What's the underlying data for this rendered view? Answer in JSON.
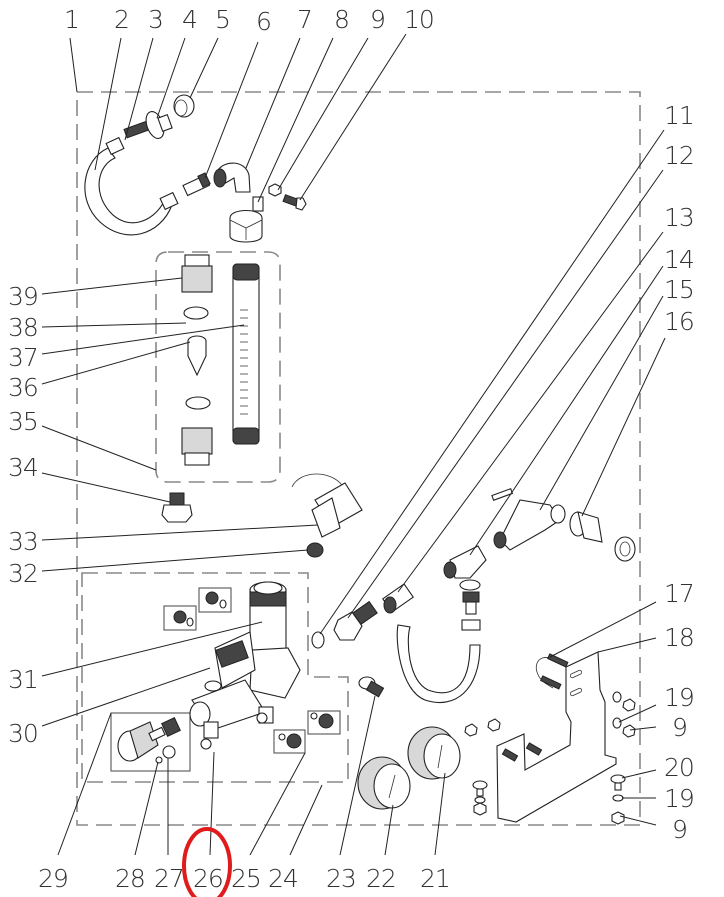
{
  "diagram": {
    "title": "Exploded parts diagram - water dosing / flow meter assembly",
    "type": "exploded-view",
    "highlight": {
      "label": "26",
      "color": "#e01b1b",
      "shape": "ellipse"
    },
    "boundary_color": "#888888",
    "callouts": [
      {
        "id": "1",
        "text": "1",
        "part": "assembly-frame"
      },
      {
        "id": "2",
        "text": "2",
        "part": "hose"
      },
      {
        "id": "3",
        "text": "3",
        "part": "hose-clamp"
      },
      {
        "id": "4",
        "text": "4",
        "part": "hose-coupling"
      },
      {
        "id": "5",
        "text": "5",
        "part": "seal-ring"
      },
      {
        "id": "6",
        "text": "6",
        "part": "hose-nipple"
      },
      {
        "id": "7",
        "text": "7",
        "part": "elbow-fitting"
      },
      {
        "id": "8",
        "text": "8",
        "part": "pipe-bracket-clamp"
      },
      {
        "id": "9",
        "text": "9",
        "part": "nut"
      },
      {
        "id": "10",
        "text": "10",
        "part": "bolt"
      },
      {
        "id": "11",
        "text": "11",
        "part": "gasket"
      },
      {
        "id": "12",
        "text": "12",
        "part": "union-nut-fitting"
      },
      {
        "id": "13",
        "text": "13",
        "part": "check-valve"
      },
      {
        "id": "14",
        "text": "14",
        "part": "tee-fitting"
      },
      {
        "id": "15",
        "text": "15",
        "part": "manifold-with-tap"
      },
      {
        "id": "16",
        "text": "16",
        "part": "quick-coupling"
      },
      {
        "id": "17",
        "text": "17",
        "part": "u-bolt"
      },
      {
        "id": "18",
        "text": "18",
        "part": "mounting-bracket"
      },
      {
        "id": "19",
        "text": "19",
        "part": "washer"
      },
      {
        "id": "9b",
        "text": "9",
        "part": "nut"
      },
      {
        "id": "20",
        "text": "20",
        "part": "carriage-bolt"
      },
      {
        "id": "19b",
        "text": "19",
        "part": "washer"
      },
      {
        "id": "9c",
        "text": "9",
        "part": "nut"
      },
      {
        "id": "21",
        "text": "21",
        "part": "pressure-gauge"
      },
      {
        "id": "22",
        "text": "22",
        "part": "pressure-gauge"
      },
      {
        "id": "23",
        "text": "23",
        "part": "plug"
      },
      {
        "id": "24",
        "text": "24",
        "part": "pressure-reducer-assembly"
      },
      {
        "id": "25",
        "text": "25",
        "part": "plug-with-o-ring"
      },
      {
        "id": "26",
        "text": "26",
        "part": "angle-fitting"
      },
      {
        "id": "27",
        "text": "27",
        "part": "o-ring"
      },
      {
        "id": "28",
        "text": "28",
        "part": "o-ring-small"
      },
      {
        "id": "29",
        "text": "29",
        "part": "adjustment-knob-kit"
      },
      {
        "id": "30",
        "text": "30",
        "part": "solenoid-valve"
      },
      {
        "id": "31",
        "text": "31",
        "part": "pressure-regulator"
      },
      {
        "id": "32",
        "text": "32",
        "part": "plug-fitting"
      },
      {
        "id": "33",
        "text": "33",
        "part": "solenoid-coil"
      },
      {
        "id": "34",
        "text": "34",
        "part": "hex-adapter"
      },
      {
        "id": "35",
        "text": "35",
        "part": "flow-meter-kit"
      },
      {
        "id": "36",
        "text": "36",
        "part": "float"
      },
      {
        "id": "37",
        "text": "37",
        "part": "sight-tube"
      },
      {
        "id": "38",
        "text": "38",
        "part": "o-ring"
      },
      {
        "id": "39",
        "text": "39",
        "part": "end-cap"
      }
    ]
  }
}
